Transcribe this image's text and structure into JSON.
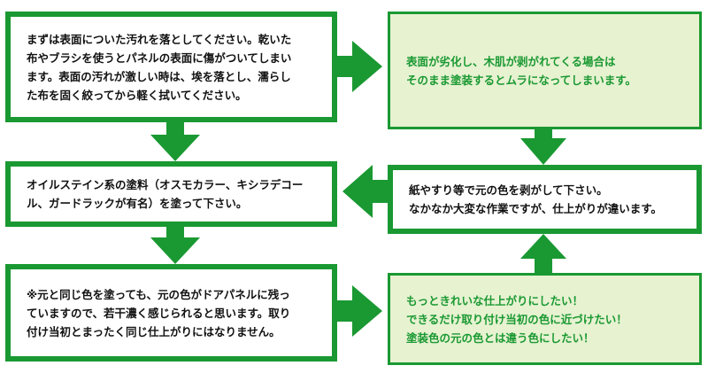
{
  "colors": {
    "green": "#1a9932",
    "light_fill": "#e7f2d1",
    "text_dark": "#111111"
  },
  "box1": {
    "lines": [
      "まずは表面についた汚れを落としてください。乾いた",
      "布やブラシを使うとパネルの表面に傷がついてしまい",
      "ます。表面の汚れが激しい時は、埃を落とし、濡らし",
      "た布を固く絞ってから軽く拭いてください。"
    ]
  },
  "box2": {
    "lines": [
      "表面が劣化し、木肌が剥がれてくる場合は",
      "そのまま塗装するとムラになってしまいます。"
    ]
  },
  "box3": {
    "lines": [
      "オイルステイン系の塗料（オスモカラー、キシラデコー",
      "ル、ガードラックが有名）を塗って下さい。"
    ]
  },
  "box4": {
    "lines": [
      "紙やすり等で元の色を剥がして下さい。",
      "なかなか大変な作業ですが、仕上がりが違います。"
    ]
  },
  "box5": {
    "lines": [
      "※元と同じ色を塗っても、元の色がドアパネルに残っ",
      "ていますので、若干濃く感じられると思います。取り",
      "付け当初とまったく同じ仕上がりにはなりません。"
    ]
  },
  "box6": {
    "lines": [
      "もっときれいな仕上がりにしたい！",
      "できるだけ取り付け当初の色に近づけたい！",
      "塗装色の元の色とは違う色にしたい！"
    ]
  }
}
